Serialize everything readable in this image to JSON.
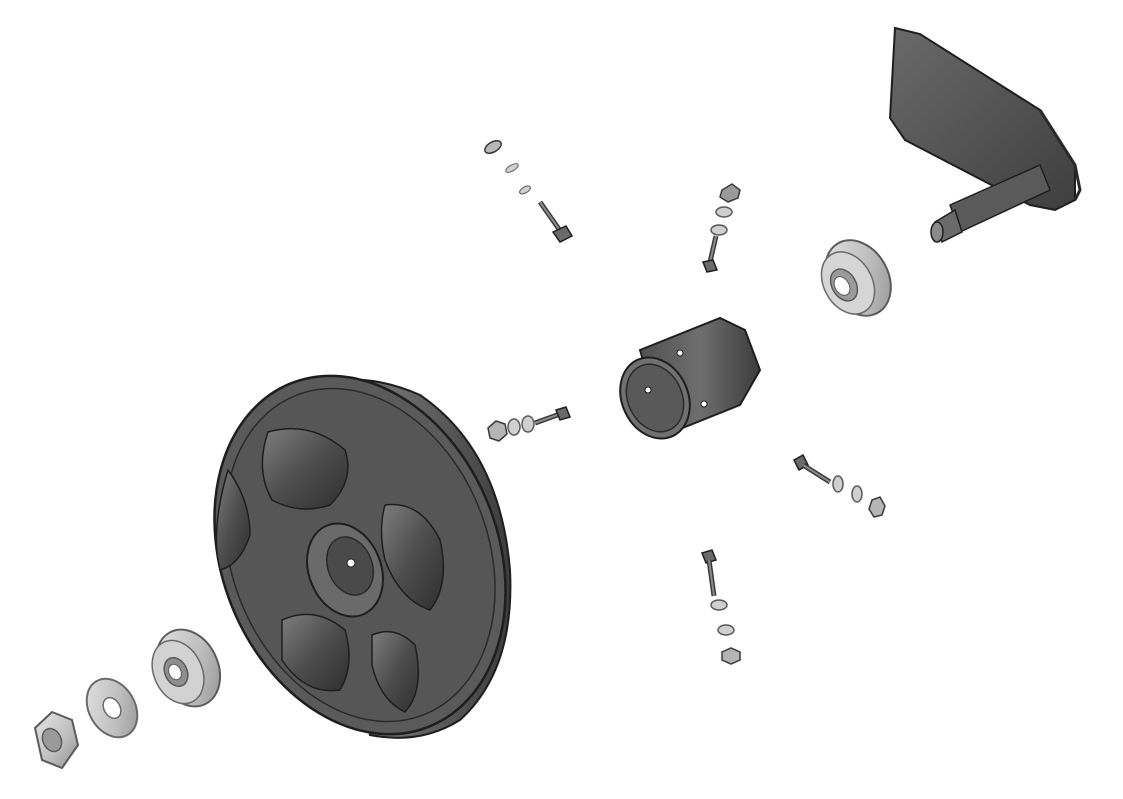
{
  "diagram": {
    "kind": "exploded-assembly",
    "background": "#ffffff",
    "colors": {
      "dark": "#4a4a4a",
      "mid": "#5e5e5e",
      "light": "#7a7a7a",
      "metal": "#c8c8c8",
      "metal_dark": "#9a9a9a",
      "edge": "#1e1e1e"
    },
    "parts": [
      "mounting-plate-with-axle",
      "flanged-bearing-right",
      "hub-sleeve",
      "wheel",
      "flanged-bearing-left",
      "washer-left",
      "hex-nut-left",
      "bolt-top",
      "bolt-upper-right",
      "bolt-left",
      "bolt-right",
      "bolt-bottom"
    ]
  }
}
